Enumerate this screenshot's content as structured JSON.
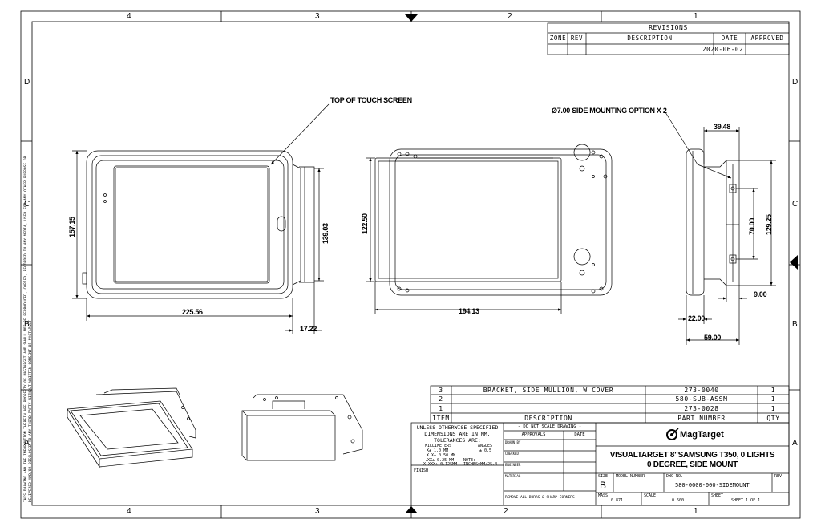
{
  "zones": {
    "top": [
      "4",
      "3",
      "2",
      "1"
    ],
    "bottom": [
      "4",
      "3",
      "2",
      "1"
    ],
    "left": [
      "D",
      "C",
      "B",
      "A"
    ],
    "right": [
      "D",
      "C",
      "B",
      "A"
    ]
  },
  "revisions": {
    "title": "REVISIONS",
    "headers": [
      "ZONE",
      "REV",
      "DESCRIPTION",
      "DATE",
      "APPROVED"
    ],
    "rows": [
      {
        "zone": "",
        "rev": "",
        "description": "",
        "date": "2020-06-02",
        "approved": ""
      }
    ]
  },
  "annotations": {
    "top_touch": "TOP OF TOUCH SCREEN",
    "mounting": "Ø7.00 SIDE MOUNTING OPTION X 2"
  },
  "dimensions": {
    "front_height": "157.15",
    "front_width": "225.56",
    "front_depth": "17.22",
    "front_right_height": "139.03",
    "back_height": "122.50",
    "back_width": "194.13",
    "side_top": "39.48",
    "side_70": "70.00",
    "side_129": "129.25",
    "side_9": "9.00",
    "side_22": "22.00",
    "side_59": "59.00"
  },
  "bom": {
    "headers": [
      "ITEM",
      "DESCRIPTION",
      "PART NUMBER",
      "QTY"
    ],
    "rows": [
      {
        "item": "3",
        "description": "BRACKET, SIDE MULLION, W COVER",
        "part": "273-0040",
        "qty": "1"
      },
      {
        "item": "2",
        "description": "",
        "part": "580-SUB-ASSM",
        "qty": "1"
      },
      {
        "item": "1",
        "description": "",
        "part": "273-0028",
        "qty": "1"
      }
    ]
  },
  "title_block": {
    "tolerance_lines": [
      "UNLESS OTHERWISE SPECIFIED",
      "DIMENSIONS ARE IN MM.",
      "TOLERANCES ARE:"
    ],
    "tol_mm": "MILLIMETERS",
    "tol_angles": "ANGLES",
    "tol_rows": [
      "X± 1.0  MM",
      "X.X± 0.50 MM",
      ".XX± 0.25 MM",
      "X.XXX± 0.125MM"
    ],
    "tol_ang": "± 0.5",
    "tol_note": "NOTE: INCHES=MM/25.4",
    "finish": "FINISH",
    "do_not_scale": "- DO NOT SCALE DRAWING -",
    "approvals": "APPROVALS",
    "date_label": "DATE",
    "approval_rows": [
      "DRAWN BY",
      "CHECKED",
      "ENGINEER",
      "MATERIAL"
    ],
    "remove_burrs": "REMOVE ALL BURRS & SHARP CORNERS",
    "company": "MagTarget",
    "title_lines": [
      "VISUALTARGET 8\"SAMSUNG T350, 0 LIGHTS",
      "0 DEGREE, SIDE MOUNT"
    ],
    "size_label": "SIZE",
    "size_value": "B",
    "model_label": "MODEL NUMBER",
    "dwg_label": "DWG NO.",
    "dwg_value": "580-0000-000-SIDEMOUNT",
    "rev_label": "REV",
    "mass_label": "MASS",
    "mass_value": "0.871",
    "scale_label": "SCALE",
    "scale_value": "0.500",
    "sheet_label": "SHEET",
    "sheet_value": "SHEET 1 OF 1"
  },
  "margin_note": "THIS DRAWING AND THE INFORMATION THEREIN ARE PROPERTY OF MAGTARGET AND SHALL NOT BE REPRODUCED, COPIED, RECORDED IN ANY MEDIA, USED FOR ANY OTHER PURPOSE OR DELIVERED AND/OR DISCLOSED TO ANY THIRD PARTY WITHOUT WRITTEN CONSENT OF MAGTARGET"
}
